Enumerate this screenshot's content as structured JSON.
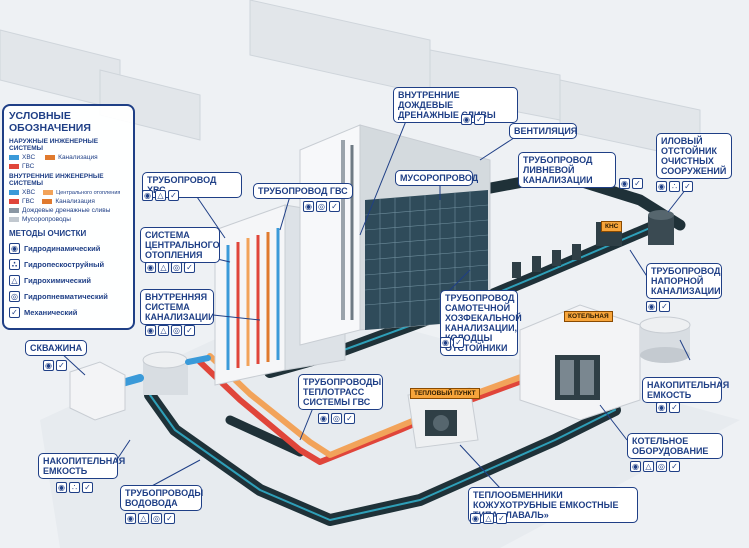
{
  "legend": {
    "title": "УСЛОВНЫЕ ОБОЗНАЧЕНИЯ",
    "outer_title": "НАРУЖНЫЕ ИНЖЕНЕРНЫЕ СИСТЕМЫ",
    "outer_items": [
      "ХВС",
      "Канализация",
      "ГВС"
    ],
    "inner_title": "ВНУТРЕННИЕ ИНЖЕНЕРНЫЕ СИСТЕМЫ",
    "inner_items": [
      "ХВС",
      "Центрального отопления",
      "ГВС",
      "Канализация",
      "Дождевые дренажные сливы",
      "Мусоропроводы"
    ],
    "methods_title": "МЕТОДЫ ОЧИСТКИ",
    "methods": [
      "Гидродинамический",
      "Гидропескоструйный",
      "Гидрохимический",
      "Гидропневматический",
      "Механический"
    ]
  },
  "colors": {
    "label_border": "#1f3f86",
    "cold_water": "#3a9ad9",
    "sewage": "#e07a2e",
    "hot_water": "#e0453a",
    "heating": "#f2a35a",
    "pipe_dark": "#1f3138",
    "tag": "#f7a53b"
  },
  "icons": {
    "hydrodynamic": "droplet-icon",
    "sandblast": "droplet-dots-icon",
    "chemical": "flask-icon",
    "pneumatic": "air-bubble-icon",
    "mechanical": "brush-icon"
  },
  "labels": {
    "hvs_pipe": "ТРУБОПРОВОД ХВС",
    "gvs_pipe": "ТРУБОПРОВОД ГВС",
    "rain_drains": "ВНУТРЕННИЕ ДОЖДЕВЫЕ ДРЕНАЖНЫЕ СЛИВЫ",
    "ventilation": "ВЕНТИЛЯЦИЯ",
    "garbage_chute": "МУСОРОПРОВОД",
    "storm_sewer": "ТРУБОПРОВОД ЛИВНЕВОЙ КАНАЛИЗАЦИИ",
    "sludge_tank": "ИЛОВЫЙ ОТСТОЙНИК ОЧИСТНЫХ СООРУЖЕНИЙ",
    "central_heating": "СИСТЕМА ЦЕНТРАЛЬНОГО ОТОПЛЕНИЯ",
    "internal_sewer": "ВНУТРЕННЯЯ СИСТЕМА КАНАЛИЗАЦИИ",
    "gravity_sewer": "ТРУБОПРОВОД САМОТЕЧНОЙ ХОЗФЕКАЛЬНОЙ КАНАЛИЗАЦИИ, КОЛОДЦЫ ОТСТОЙНИКИ",
    "pressure_sewer": "ТРУБОПРОВОД НАПОРНОЙ КАНАЛИЗАЦИИ",
    "well": "СКВАЖИНА",
    "heat_pipes": "ТРУБОПРОВОДЫ ТЕПЛОТРАСС СИСТЕМЫ ГВС",
    "storage_tank_right": "НАКОПИТЕЛЬНАЯ ЕМКОСТЬ",
    "storage_tank_left": "НАКОПИТЕЛЬНАЯ ЕМКОСТЬ",
    "boiler_equipment": "КОТЕЛЬНОЕ ОБОРУДОВАНИЕ",
    "water_pipes": "ТРУБОПРОВОДЫ ВОДОВОДА",
    "heat_exchangers": "ТЕПЛООБМЕННИКИ КОЖУХОТРУБНЫЕ ЕМКОСТНЫЕ ТИПА «ЛАВАЛЬ»"
  },
  "tags": {
    "kns": "КНС",
    "boiler_room": "КОТЕЛЬНАЯ",
    "heat_point": "ТЕПЛОВЫЙ ПУНКТ"
  }
}
